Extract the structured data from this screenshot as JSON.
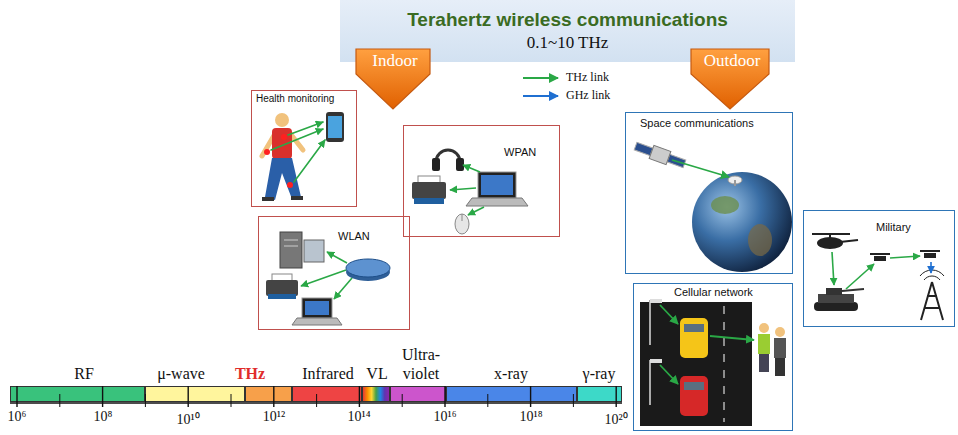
{
  "diagram": {
    "nodes": [
      {
        "text": [
          "Terahertz wireless communications",
          "0.1~10 THz"
        ]
      },
      {
        "text": [
          "Indoor"
        ]
      },
      {
        "text": [
          "Outdoor"
        ]
      },
      {
        "text": [
          "Health monitoring"
        ]
      },
      {
        "text": [
          "WPAN"
        ]
      },
      {
        "text": [
          "WLAN"
        ]
      },
      {
        "text": [
          "Space communications"
        ]
      },
      {
        "text": [
          "Cellular network"
        ]
      },
      {
        "text": [
          "Military"
        ]
      },
      {
        "text": [
          "RF"
        ]
      },
      {
        "text": [
          "μ-wave"
        ]
      },
      {
        "text": [
          "THz"
        ]
      },
      {
        "text": [
          "Infrared"
        ]
      },
      {
        "text": [
          "VL"
        ]
      },
      {
        "text": [
          "Ultra-violet"
        ]
      },
      {
        "text": [
          "x-ray"
        ]
      },
      {
        "text": [
          "γ-ray"
        ]
      }
    ],
    "labels": [
      "10⁶",
      "10⁸",
      "10¹⁰",
      "10¹²",
      "10¹⁴",
      "10¹⁶",
      "10¹⁸",
      "10²⁰"
    ],
    "legend": [
      {
        "text": "THz link"
      },
      {
        "text": "GHz link"
      }
    ]
  }
}
